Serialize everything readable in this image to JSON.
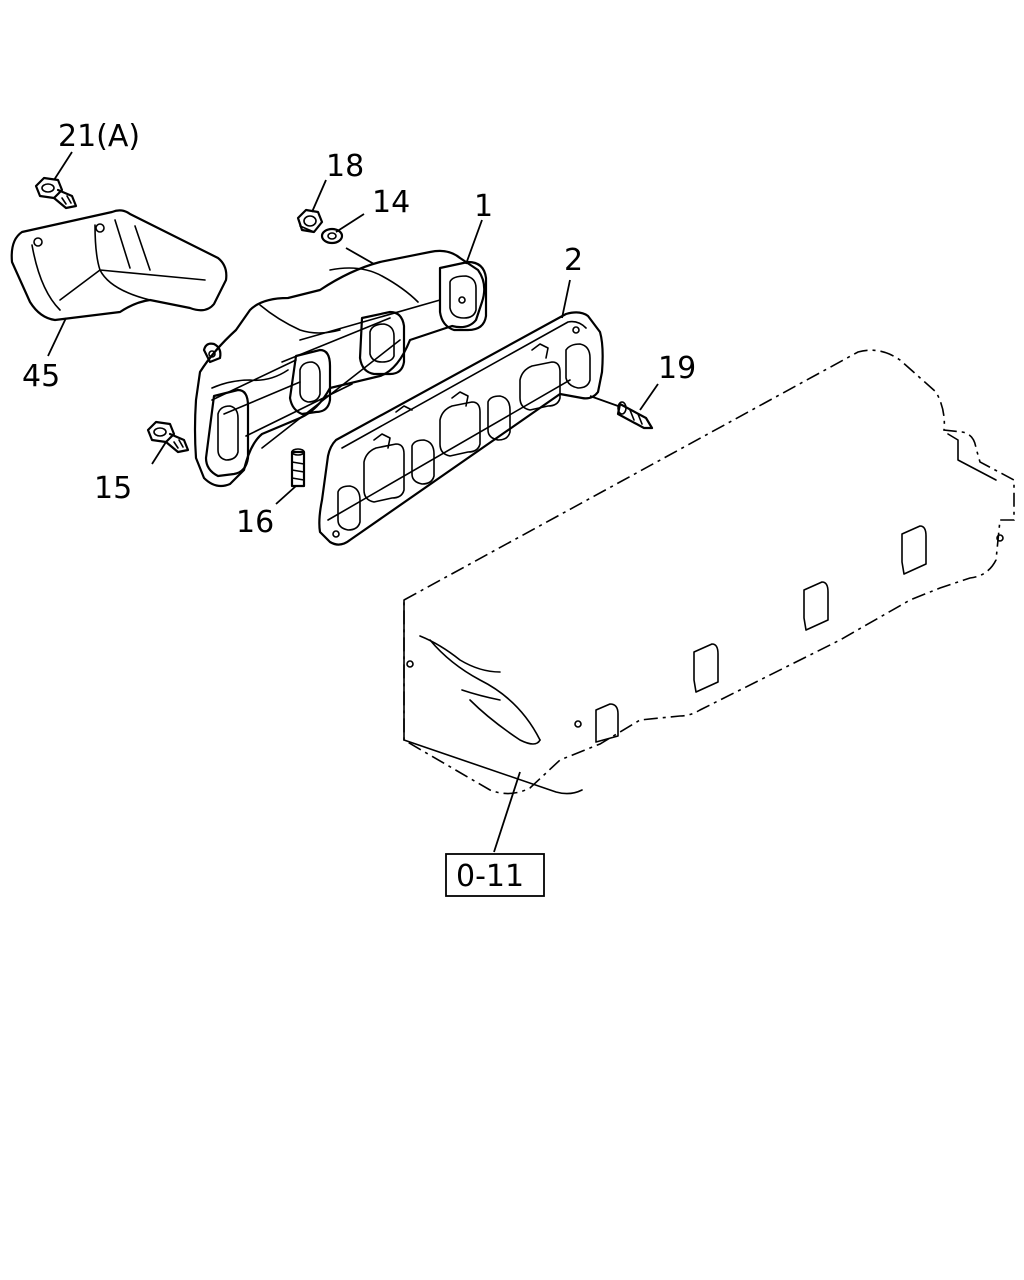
{
  "callouts": {
    "c21": "21(A)",
    "c18": "18",
    "c14": "14",
    "c1": "1",
    "c2": "2",
    "c45": "45",
    "c19": "19",
    "c15": "15",
    "c16": "16"
  },
  "reference_box": "0-11"
}
